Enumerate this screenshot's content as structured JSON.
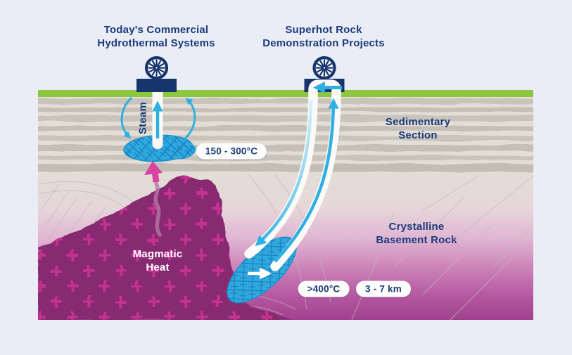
{
  "hydrothermal": {
    "title_line1": "Today's Commercial",
    "title_line2": "Hydrothermal Systems",
    "steam_label": "Steam",
    "temperature_label": "150 - 300°C"
  },
  "superhot": {
    "title_line1": "Superhot Rock",
    "title_line2": "Demonstration Projects",
    "temperature_label": ">400°C",
    "depth_label": "3 - 7 km"
  },
  "geology": {
    "sedimentary_line1": "Sedimentary",
    "sedimentary_line2": "Section",
    "crystalline_line1": "Crystalline",
    "crystalline_line2": "Basement Rock",
    "magma_line1": "Magmatic",
    "magma_line2": "Heat"
  },
  "colors": {
    "background": "#eaedf6",
    "navy_text": "#1c3b7c",
    "turbine_navy": "#16356f",
    "surface_green": "#8dc63f",
    "arrow_cyan": "#2fb0e2",
    "reservoir_blue": "#2fa9de",
    "magma_purple": "#882b72",
    "heat_arrow_pink": "#d8439f"
  },
  "icons": {
    "left_turbine": "turbine-icon",
    "right_turbine": "turbine-icon"
  }
}
